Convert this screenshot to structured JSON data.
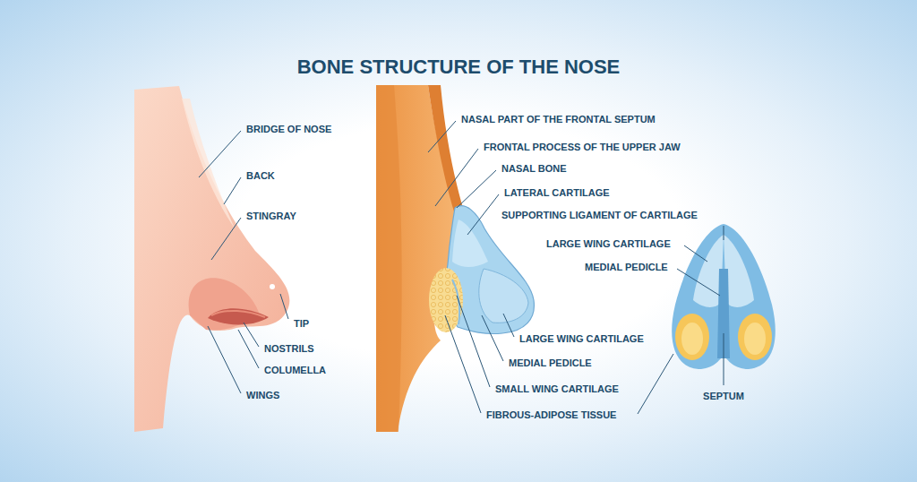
{
  "diagram": {
    "title": "BONE STRUCTURE OF THE NOSE",
    "labels": [
      "BRIDGE OF NOSE",
      "BACK",
      "STINGRAY",
      "TIP",
      "NOSTRILS",
      "COLUMELLA",
      "WINGS",
      "NASAL PART OF THE FRONTAL SEPTUM",
      "FRONTAL PROCESS OF THE UPPER JAW",
      "NASAL BONE",
      "LATERAL CARTILAGE",
      "SUPPORTING LIGAMENT OF CARTILAGE",
      "LARGE WING CARTILAGE",
      "MEDIAL PEDICLE",
      "LARGE WING CARTILAGE",
      "MEDIAL PEDICLE",
      "SMALL WING CARTILAGE",
      "FIBROUS-ADIPOSE TISSUE",
      "SEPTUM"
    ]
  }
}
